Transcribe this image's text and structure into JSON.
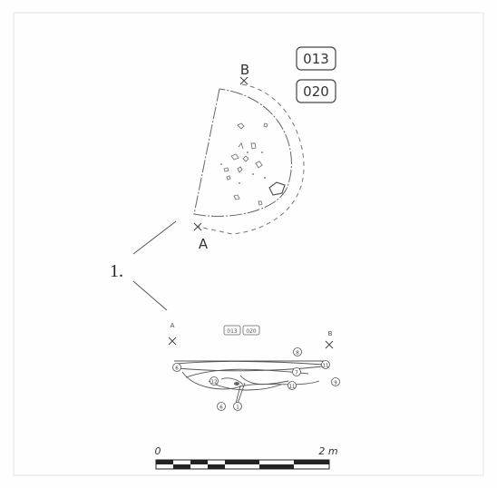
{
  "plan": {
    "labels": {
      "ctx_a": "013",
      "ctx_b": "020",
      "point_a": "A",
      "point_b": "B"
    }
  },
  "figure_label": "1.",
  "section": {
    "labels": {
      "ctx_a": "013",
      "ctx_b": "020",
      "point_a": "A",
      "point_b": "B"
    },
    "layers": [
      "6",
      "8",
      "11",
      "12",
      "7",
      "11",
      "9",
      "6",
      "1"
    ]
  },
  "scale_bar": {
    "start": "0",
    "end": "2 m"
  },
  "colors": {
    "line": "#555555",
    "text": "#333333",
    "frame": "#e6e6e6"
  }
}
